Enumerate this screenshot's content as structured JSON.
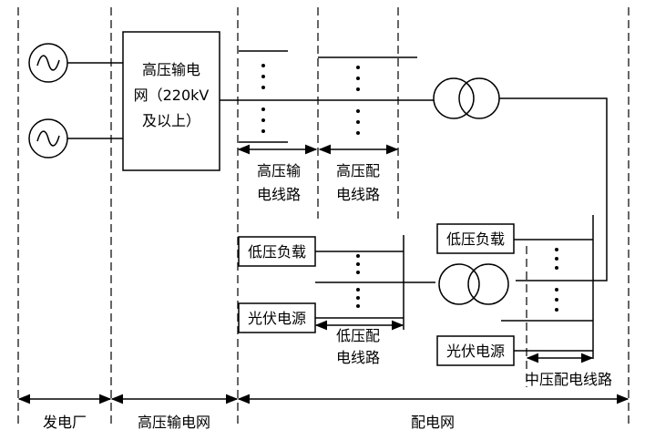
{
  "hv_grid": {
    "line1": "高压输电",
    "line2": "网（220kV",
    "line3": "及以上）"
  },
  "labels": {
    "hv_transmission_line": [
      "高压输",
      "电线路"
    ],
    "hv_distribution_line": [
      "高压配",
      "电线路"
    ],
    "lv_distribution_line": [
      "低压配",
      "电线路"
    ],
    "mv_distribution_line": "中压配电线路"
  },
  "boxes": {
    "lv_load_left": "低压负载",
    "pv_left": "光伏电源",
    "lv_load_right": "低压负载",
    "pv_right": "光伏电源"
  },
  "sections": {
    "power_plant": "发电厂",
    "hv_transmission_grid": "高压输电网",
    "distribution_grid": "配电网"
  }
}
